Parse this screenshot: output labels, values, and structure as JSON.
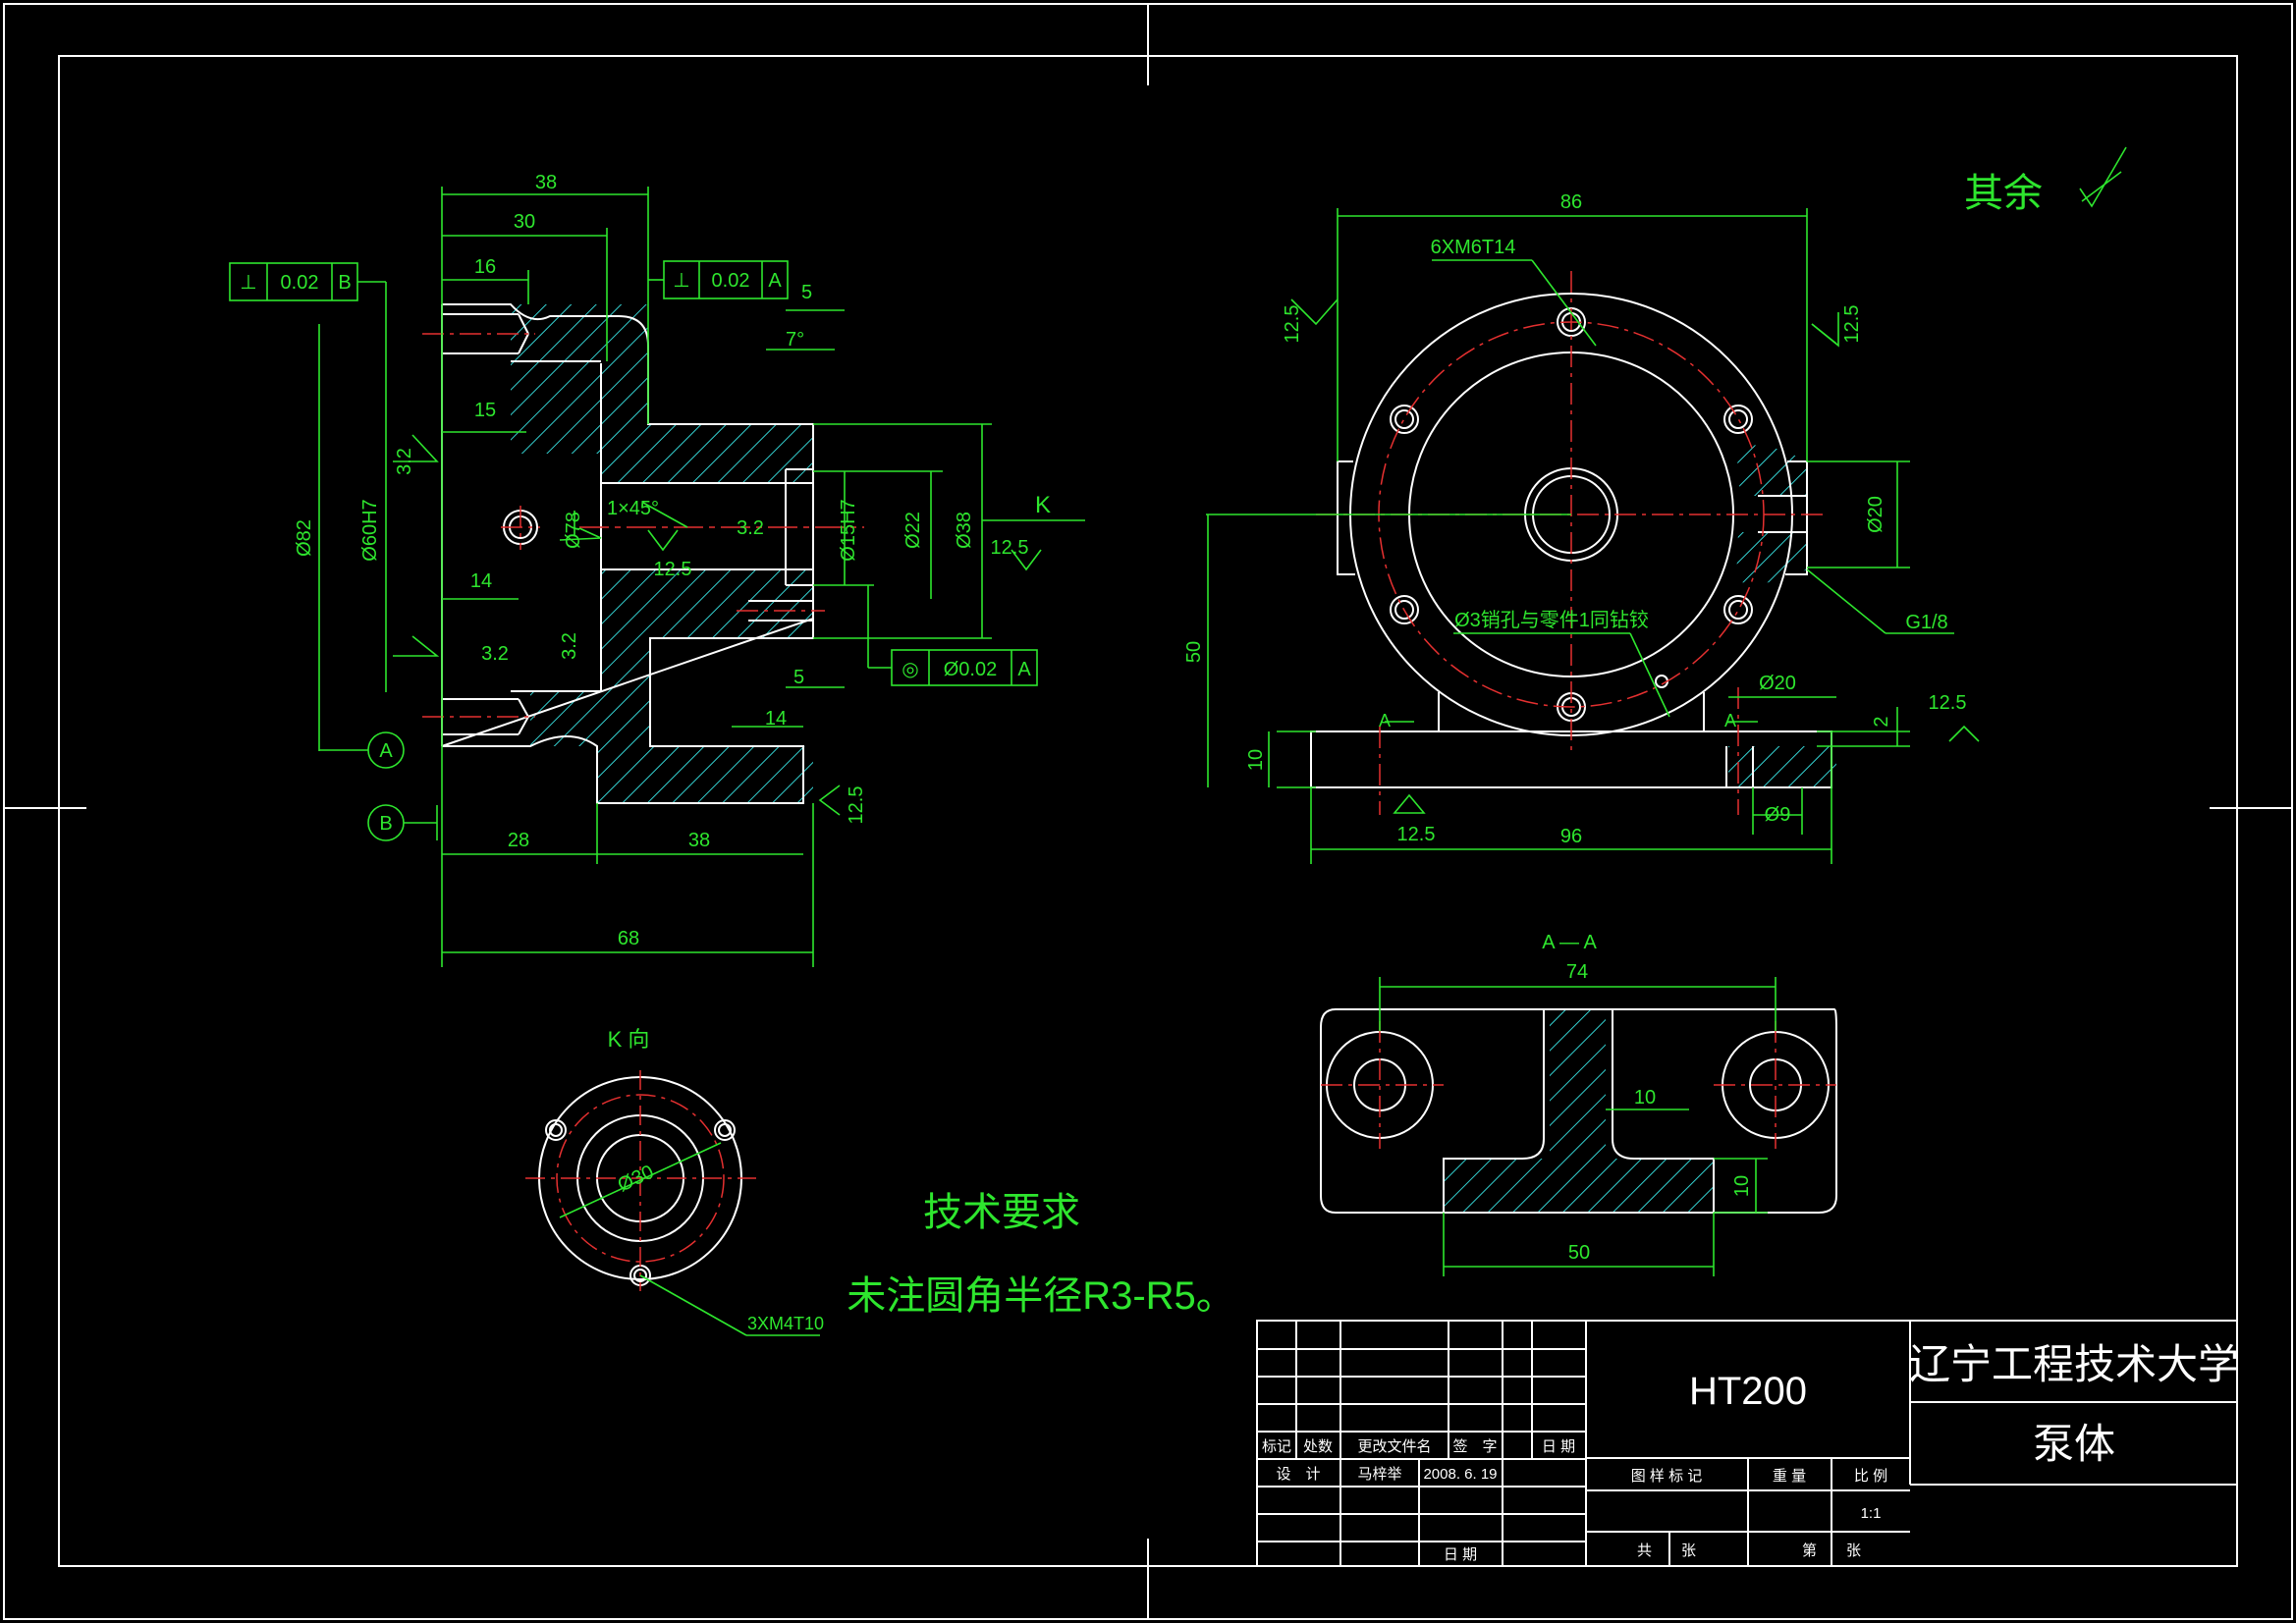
{
  "views": {
    "front": {
      "dims": {
        "d38_top": "38",
        "d30": "30",
        "d16": "16",
        "d15": "15",
        "d14": "14",
        "d82": "Ø82",
        "d60h7": "Ø60H7",
        "d78": "Ø78",
        "chamfer": "1×45°",
        "d15h7": "Ø15H7",
        "d22": "Ø22",
        "d38": "Ø38",
        "d5_top": "5",
        "deg7": "7°",
        "d5_bot": "5",
        "d14_bot": "14",
        "d28": "28",
        "d38_bot": "38",
        "d68": "68"
      },
      "roughness": {
        "r32_a": "3.2",
        "r32_b": "3.2",
        "r32_c": "3.2",
        "r32_d": "3.2",
        "r125_a": "12.5",
        "r125_b": "12.5",
        "r125_c": "12.5"
      },
      "tolerances": {
        "tol1": {
          "symbol": "⊥",
          "value": "0.02",
          "datum": "B"
        },
        "tol2": {
          "symbol": "⊥",
          "value": "0.02",
          "datum": "A"
        },
        "tol3": {
          "symbol": "◎",
          "value": "Ø0.02",
          "datum": "A"
        }
      },
      "datums": {
        "a": "A",
        "b": "B"
      },
      "view_k": "K"
    },
    "side": {
      "dims": {
        "d86": "86",
        "thread6": "6XM6T14",
        "d20": "Ø20",
        "g18": "G1/8",
        "d50": "50",
        "d10": "10",
        "d20b": "Ø20",
        "d2": "2",
        "d9": "Ø9",
        "d96": "96",
        "pin_note": "Ø3销孔与零件1同钻铰"
      },
      "roughness": {
        "r125_l": "12.5",
        "r125_r": "12.5",
        "r125_b": "12.5",
        "r125_rr": "12.5"
      },
      "section_marks": [
        "A",
        "A"
      ]
    },
    "section_aa": {
      "title": "A — A",
      "dims": {
        "d74": "74",
        "d10": "10",
        "d10b": "10",
        "d50": "50"
      }
    },
    "k_view": {
      "title": "K 向",
      "dims": {
        "d30": "Ø30",
        "thread3": "3XM4T10"
      }
    }
  },
  "general_roughness": {
    "label": "其余"
  },
  "tech_requirements": {
    "heading": "技术要求",
    "text": "未注圆角半径R3-R5。"
  },
  "title_block": {
    "material": "HT200",
    "school": "辽宁工程技术大学",
    "part_name": "泵体",
    "headers": [
      "标记",
      "处数",
      "更改文件名",
      "签　字",
      "日 期"
    ],
    "design_row": [
      "设　计",
      "马梓举",
      "2008. 6. 19"
    ],
    "right_headers": [
      "图 样 标 记",
      "重 量",
      "比 例"
    ],
    "scale": "1:1",
    "bottom": [
      "共　　张",
      "第　　张"
    ],
    "date_label": "日 期"
  },
  "colors": {
    "background": "#000000",
    "outline": "#ffffff",
    "dimension": "#2ee62e",
    "hatch": "#34d1d1",
    "center": "#e53030"
  }
}
